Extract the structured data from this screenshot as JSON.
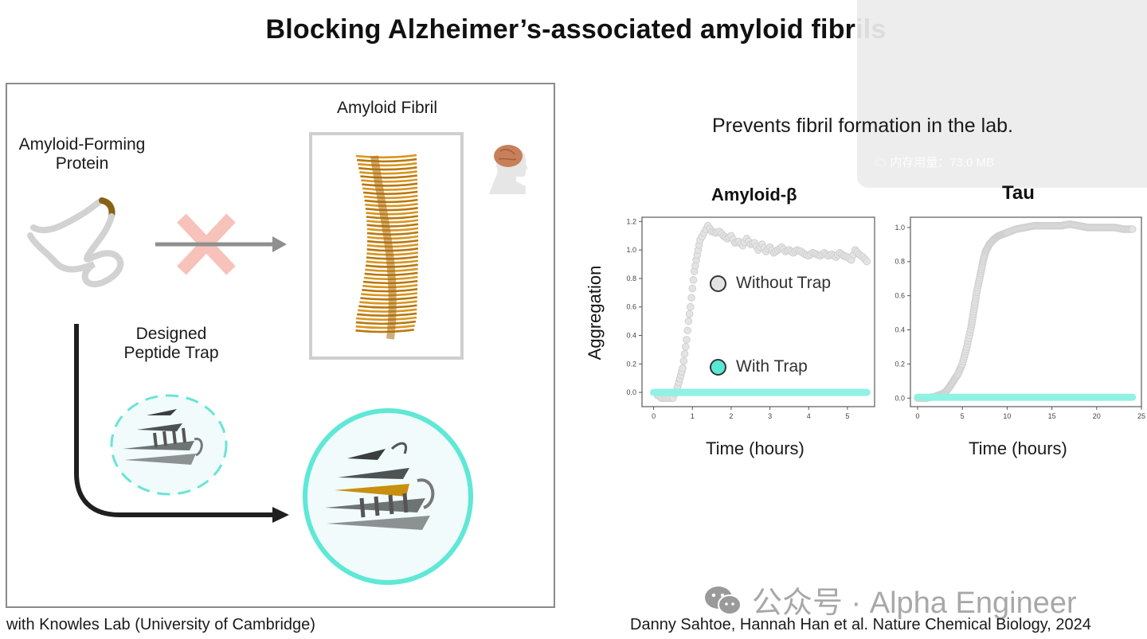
{
  "slide": {
    "title": "Blocking Alzheimer’s-associated amyloid fibrils",
    "overlay_text": "内存用量：73.0 MB",
    "diagram": {
      "protein_label_line1": "Amyloid-Forming",
      "protein_label_line2": "Protein",
      "fibril_label": "Amyloid Fibril",
      "trap_label_line1": "Designed",
      "trap_label_line2": "Peptide Trap"
    },
    "subtitle": "Prevents fibril formation in the lab.",
    "footer_left": "with Knowles Lab (University of Cambridge)",
    "footer_right": "Danny Sahtoe, Hannah Han et al. Nature Chemical Biology, 2024",
    "watermark": "公众号 · Alpha Engineer",
    "colors": {
      "without_trap": "#d9d9d9",
      "with_trap": "#7ff0dc",
      "fibril": "#c8860f",
      "x_mark": "#f6b8b0",
      "trap_ring": "#5ee6d4"
    }
  },
  "chart_data": [
    {
      "type": "scatter",
      "title": "Amyloid-β",
      "xlabel": "Time (hours)",
      "ylabel": "Aggregation",
      "xlim": [
        -0.3,
        5.7
      ],
      "ylim": [
        -0.1,
        1.23
      ],
      "xticks": [
        0,
        1,
        2,
        3,
        4,
        5
      ],
      "yticks": [
        0.0,
        0.2,
        0.4,
        0.6,
        0.8,
        1.0,
        1.2
      ],
      "ytick_labels": [
        "0.0",
        "0.2",
        "0.4",
        "0.6",
        "0.8",
        "1.0",
        "1.2"
      ],
      "legend": [
        {
          "name": "Without Trap",
          "color": "#d9d9d9"
        },
        {
          "name": "With Trap",
          "color": "#7ff0dc"
        }
      ],
      "legend_position": "center",
      "series": [
        {
          "name": "Without Trap",
          "x": [
            0.1,
            0.2,
            0.3,
            0.4,
            0.5,
            0.6,
            0.65,
            0.7,
            0.75,
            0.8,
            0.85,
            0.9,
            0.95,
            1.0,
            1.05,
            1.1,
            1.15,
            1.2,
            1.3,
            1.4,
            1.5,
            1.6,
            1.7,
            1.8,
            1.9,
            2.0,
            2.1,
            2.2,
            2.3,
            2.4,
            2.5,
            2.6,
            2.7,
            2.8,
            2.9,
            3.0,
            3.1,
            3.2,
            3.3,
            3.4,
            3.5,
            3.6,
            3.7,
            3.8,
            3.9,
            4.0,
            4.1,
            4.2,
            4.3,
            4.4,
            4.5,
            4.6,
            4.7,
            4.8,
            4.9,
            5.0,
            5.1,
            5.2,
            5.3,
            5.4,
            5.5
          ],
          "y": [
            -0.02,
            -0.04,
            -0.04,
            -0.04,
            -0.04,
            0.02,
            0.07,
            0.12,
            0.17,
            0.27,
            0.37,
            0.5,
            0.6,
            0.73,
            0.85,
            0.93,
            1.0,
            1.07,
            1.12,
            1.17,
            1.13,
            1.12,
            1.13,
            1.1,
            1.08,
            1.1,
            1.05,
            1.06,
            1.03,
            1.08,
            1.04,
            1.05,
            1.0,
            1.04,
            0.99,
            1.02,
            0.98,
            1.0,
            1.02,
            0.99,
            1.0,
            0.98,
            1.0,
            0.99,
            0.97,
            0.96,
            0.98,
            0.97,
            0.96,
            0.98,
            0.96,
            0.97,
            0.95,
            0.98,
            0.96,
            0.95,
            0.93,
            1.0,
            0.97,
            0.95,
            0.92
          ]
        },
        {
          "name": "With Trap",
          "x_range": [
            0,
            5.5
          ],
          "value": 0.0
        }
      ]
    },
    {
      "type": "scatter",
      "title": "Tau",
      "xlabel": "Time (hours)",
      "ylabel": "",
      "xlim": [
        -0.8,
        25
      ],
      "ylim": [
        -0.05,
        1.06
      ],
      "xticks": [
        0,
        5,
        10,
        15,
        20,
        25
      ],
      "yticks": [
        0.0,
        0.2,
        0.4,
        0.6,
        0.8,
        1.0
      ],
      "ytick_labels": [
        "0.0",
        "0.2",
        "0.4",
        "0.6",
        "0.8",
        "1.0"
      ],
      "series": [
        {
          "name": "Without Trap",
          "x": [
            0,
            1,
            2,
            2.5,
            3,
            3.5,
            4,
            4.5,
            5,
            5.5,
            6,
            6.3,
            6.6,
            7,
            7.3,
            7.6,
            8,
            8.5,
            9,
            9.5,
            10,
            11,
            12,
            13,
            14,
            15,
            16,
            17,
            18,
            19,
            20,
            21,
            22,
            23,
            24
          ],
          "y": [
            0.0,
            0.0,
            0.01,
            0.02,
            0.03,
            0.06,
            0.1,
            0.14,
            0.2,
            0.3,
            0.42,
            0.52,
            0.62,
            0.72,
            0.8,
            0.86,
            0.9,
            0.93,
            0.95,
            0.96,
            0.97,
            0.99,
            1.0,
            1.01,
            1.01,
            1.01,
            1.01,
            1.02,
            1.01,
            1.0,
            1.0,
            1.0,
            1.0,
            0.99,
            0.99
          ]
        },
        {
          "name": "With Trap",
          "x_range": [
            0,
            24
          ],
          "value": 0.005
        }
      ]
    }
  ]
}
